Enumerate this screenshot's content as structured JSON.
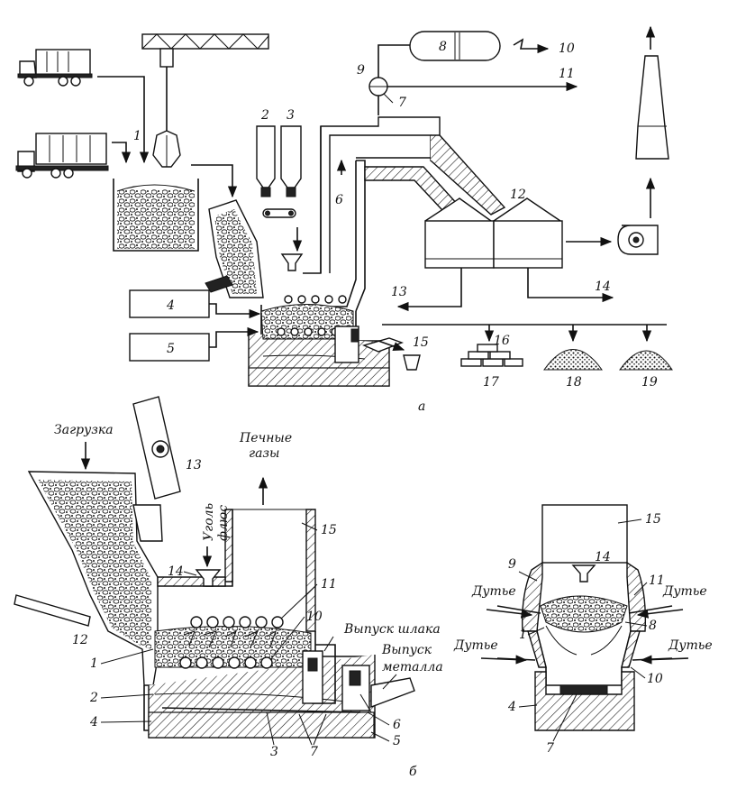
{
  "upper": {
    "numbers": [
      "1",
      "2",
      "3",
      "4",
      "5",
      "6",
      "7",
      "8",
      "9",
      "10",
      "11",
      "12",
      "13",
      "14",
      "15",
      "16",
      "17",
      "18",
      "19"
    ],
    "caption": "а"
  },
  "lower": {
    "left": {
      "zagruzka": "Загрузка",
      "pechnye_1": "Печные",
      "pechnye_2": "газы",
      "ugol": "Уголь",
      "flyus": "флюс",
      "vypusk_shlaka": "Выпуск шлака",
      "vypusk_metalla_1": "Выпуск",
      "vypusk_metalla_2": "металла",
      "numbers": {
        "n1": "1",
        "n2": "2",
        "n3": "3",
        "n4": "4",
        "n5": "5",
        "n6": "6",
        "n7": "7",
        "n10": "10",
        "n11": "11",
        "n12": "12",
        "n13": "13",
        "n14": "14",
        "n15": "15"
      }
    },
    "right": {
      "dutie": "Дутье",
      "numbers": {
        "n1": "1",
        "n4": "4",
        "n7": "7",
        "n8": "8",
        "n9": "9",
        "n10": "10",
        "n11": "11",
        "n14": "14",
        "n15": "15"
      }
    },
    "caption": "б"
  }
}
